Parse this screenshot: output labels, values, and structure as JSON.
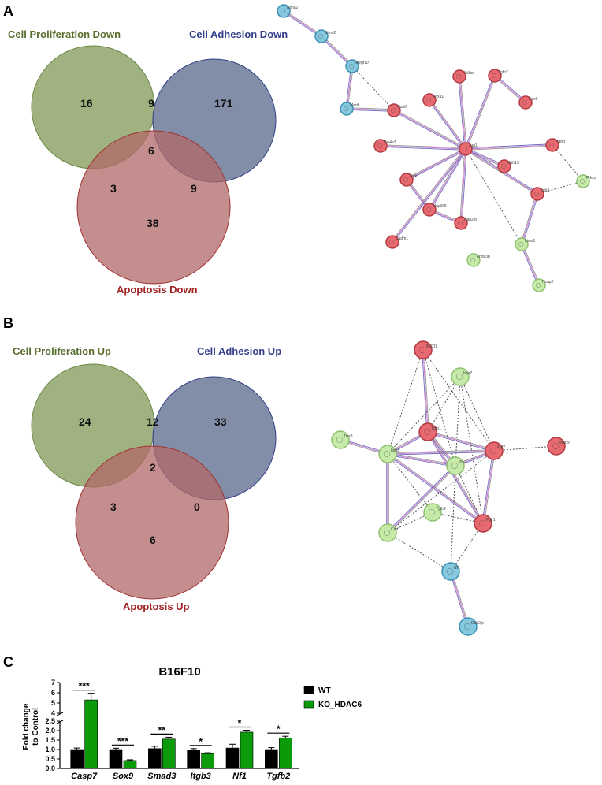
{
  "panels": {
    "a": {
      "letter": "A",
      "venn": {
        "circle1_label": "Cell Proliferation Down",
        "circle2_label": "Cell Adhesion Down",
        "circle3_label": "Apoptosis Down",
        "only1": "16",
        "only2": "171",
        "only3": "38",
        "c12": "9",
        "c13": "3",
        "c23": "9",
        "c123": "6",
        "colors": {
          "c1": "#8ea46a",
          "c2": "#7d8aa3",
          "c3": "#b47e7e",
          "t1": "#5a6e2e",
          "t2": "#3a4a7a",
          "t3": "#a02222"
        }
      },
      "network": {
        "nodes": [
          {
            "id": "epha2",
            "label": "Epha2",
            "color": "blue"
          },
          {
            "id": "elmo2",
            "label": "Elmo2",
            "color": "blue"
          },
          {
            "id": "megf10",
            "label": "Megf10",
            "color": "blue"
          },
          {
            "id": "mertk",
            "label": "Mertk",
            "color": "blue"
          },
          {
            "id": "gas6",
            "label": "Gas6",
            "color": "red"
          },
          {
            "id": "anxa1",
            "label": "Anxa1",
            "color": "red"
          },
          {
            "id": "pik3cd",
            "label": "Pik3cd",
            "color": "red"
          },
          {
            "id": "tgfb2",
            "label": "Tgfb2",
            "color": "red"
          },
          {
            "id": "sox9",
            "label": "Sox9",
            "color": "red"
          },
          {
            "id": "pip4a3",
            "label": "Pip4a3",
            "color": "red"
          },
          {
            "id": "ptprd",
            "label": "Ptprd",
            "color": "red"
          },
          {
            "id": "hub",
            "label": "Jun1",
            "color": "red"
          },
          {
            "id": "cdh13",
            "label": "Cdh13",
            "color": "red"
          },
          {
            "id": "prkca",
            "label": "Prkca",
            "color": "green"
          },
          {
            "id": "ntrk1",
            "label": "Ntrk1",
            "color": "red"
          },
          {
            "id": "itgb3a",
            "label": "Itgb3",
            "color": "red"
          },
          {
            "id": "map3k5",
            "label": "Map3k5",
            "color": "red"
          },
          {
            "id": "dab2ip",
            "label": "Dab2ip",
            "color": "red"
          },
          {
            "id": "cadm1",
            "label": "Cadm1",
            "color": "red"
          },
          {
            "id": "lims1",
            "label": "Lims1",
            "color": "green"
          },
          {
            "id": "fndc3b",
            "label": "Fndc3b",
            "color": "green"
          },
          {
            "id": "ncap2",
            "label": "Ncap2",
            "color": "green"
          }
        ]
      }
    },
    "b": {
      "letter": "B",
      "venn": {
        "circle1_label": "Cell Proliferation Up",
        "circle2_label": "Cell Adhesion Up",
        "circle3_label": "Apoptosis Up",
        "only1": "24",
        "only2": "33",
        "only3": "6",
        "c12": "12",
        "c13": "3",
        "c23": "0",
        "c123": "2",
        "colors": {
          "c1": "#8ea46a",
          "c2": "#7d8aa3",
          "c3": "#b47e7e",
          "t1": "#5a6e2e",
          "t2": "#3a4a7a",
          "t3": "#a02222"
        }
      },
      "network": {
        "nodes": [
          {
            "id": "bcl2l1",
            "label": "Bcl2l1",
            "color": "red"
          },
          {
            "id": "itga2",
            "label": "Itga2",
            "color": "green"
          },
          {
            "id": "trrs3",
            "label": "Trrs3",
            "color": "green"
          },
          {
            "id": "itgb3",
            "label": "Itgb3",
            "color": "green"
          },
          {
            "id": "tgfb1",
            "label": "Tgfb1",
            "color": "red"
          },
          {
            "id": "ptk2",
            "label": "Ptk2",
            "color": "green"
          },
          {
            "id": "fgf2",
            "label": "Fgf2",
            "color": "red"
          },
          {
            "id": "mef2c",
            "label": "Mef2c",
            "color": "red"
          },
          {
            "id": "tgfb2",
            "label": "Tgfb2",
            "color": "green"
          },
          {
            "id": "cav1",
            "label": "Cav1",
            "color": "green"
          },
          {
            "id": "fgfr1",
            "label": "Fgfr1",
            "color": "red"
          },
          {
            "id": "nf1",
            "label": "Nf1",
            "color": "blue"
          },
          {
            "id": "dab2ip",
            "label": "Dab2ip",
            "color": "blue"
          }
        ]
      }
    },
    "c": {
      "letter": "C"
    }
  },
  "node_colors": {
    "red": "#e86a70",
    "green": "#c6eaa8",
    "blue": "#86c8e0"
  },
  "chart_data": {
    "type": "bar",
    "title": "B16F10",
    "ylabel": "Fold change to Control",
    "categories": [
      "Casp7",
      "Sox9",
      "Smad3",
      "Itgb3",
      "Nf1",
      "Tgfb2"
    ],
    "series": [
      {
        "name": "WT",
        "color": "#000000",
        "values": [
          1.0,
          1.0,
          1.05,
          0.98,
          1.08,
          1.0
        ],
        "errors": [
          0.08,
          0.07,
          0.12,
          0.07,
          0.2,
          0.1
        ]
      },
      {
        "name": "KO_HDAC6",
        "color": "#0a9a0a",
        "values": [
          5.3,
          0.42,
          1.55,
          0.78,
          1.92,
          1.6
        ],
        "errors": [
          0.65,
          0.04,
          0.1,
          0.05,
          0.1,
          0.1
        ]
      }
    ],
    "significance": [
      "***",
      "***",
      "**",
      "*",
      "*",
      "*"
    ],
    "y_axis": {
      "broken": true,
      "lower_range": [
        0,
        2.5
      ],
      "lower_ticks": [
        "0.0",
        "0.5",
        "1.0",
        "1.5",
        "2.0",
        "2.5"
      ],
      "upper_range": [
        4,
        7
      ],
      "upper_ticks": [
        "4",
        "5",
        "6",
        "7"
      ]
    },
    "legend_position": "right"
  }
}
